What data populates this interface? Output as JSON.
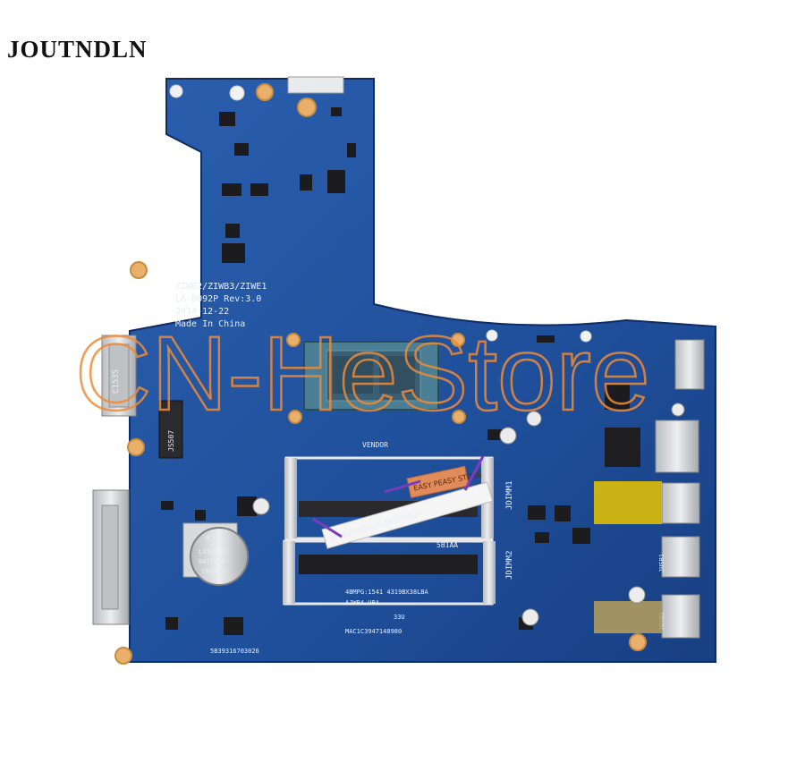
{
  "brand": {
    "name": "JOUTNDLN"
  },
  "watermark": {
    "text": "CN-HeStore"
  },
  "board": {
    "model_lines": [
      "ZIWB2/ZIWB3/ZIWE1",
      "LA-B092P Rev:3.0",
      "2014-12-22",
      "Made In China"
    ],
    "vendor_label": "VENDOR",
    "top_connector_label": "C1535",
    "left_connector_label": "C1535",
    "wifi_label": "JS507",
    "slot_label_1": "JDIMM1",
    "slot_label_2": "JDIMM2",
    "sticker_text": "EASY PEASY STORE",
    "ram_sticker_text": "8SSB20H4188211MPSA802R",
    "dimm_label": "5B1AA",
    "battery_lines": [
      "KTS",
      "LITHIUM",
      "BATTERY",
      "CR2032"
    ],
    "ram_info_lines": [
      "4BMPG:1541   4319BX38LBA",
      "AJWB4 UBA",
      "33U",
      "MAC1C3947148980"
    ],
    "serial_text": "5B39316703026",
    "usb_label_1": "JUSB1",
    "usb_label_2": "JUSB2"
  },
  "colors": {
    "board": "#1f4f9a",
    "board_dark": "#16397a",
    "metal": "#d7d9dc",
    "gold": "#d4a24a",
    "watermark_orange": "#f08a35",
    "watermark_green": "#3ea33f",
    "cpu": "#3a5f74",
    "yellow_tape": "#e9c600"
  }
}
